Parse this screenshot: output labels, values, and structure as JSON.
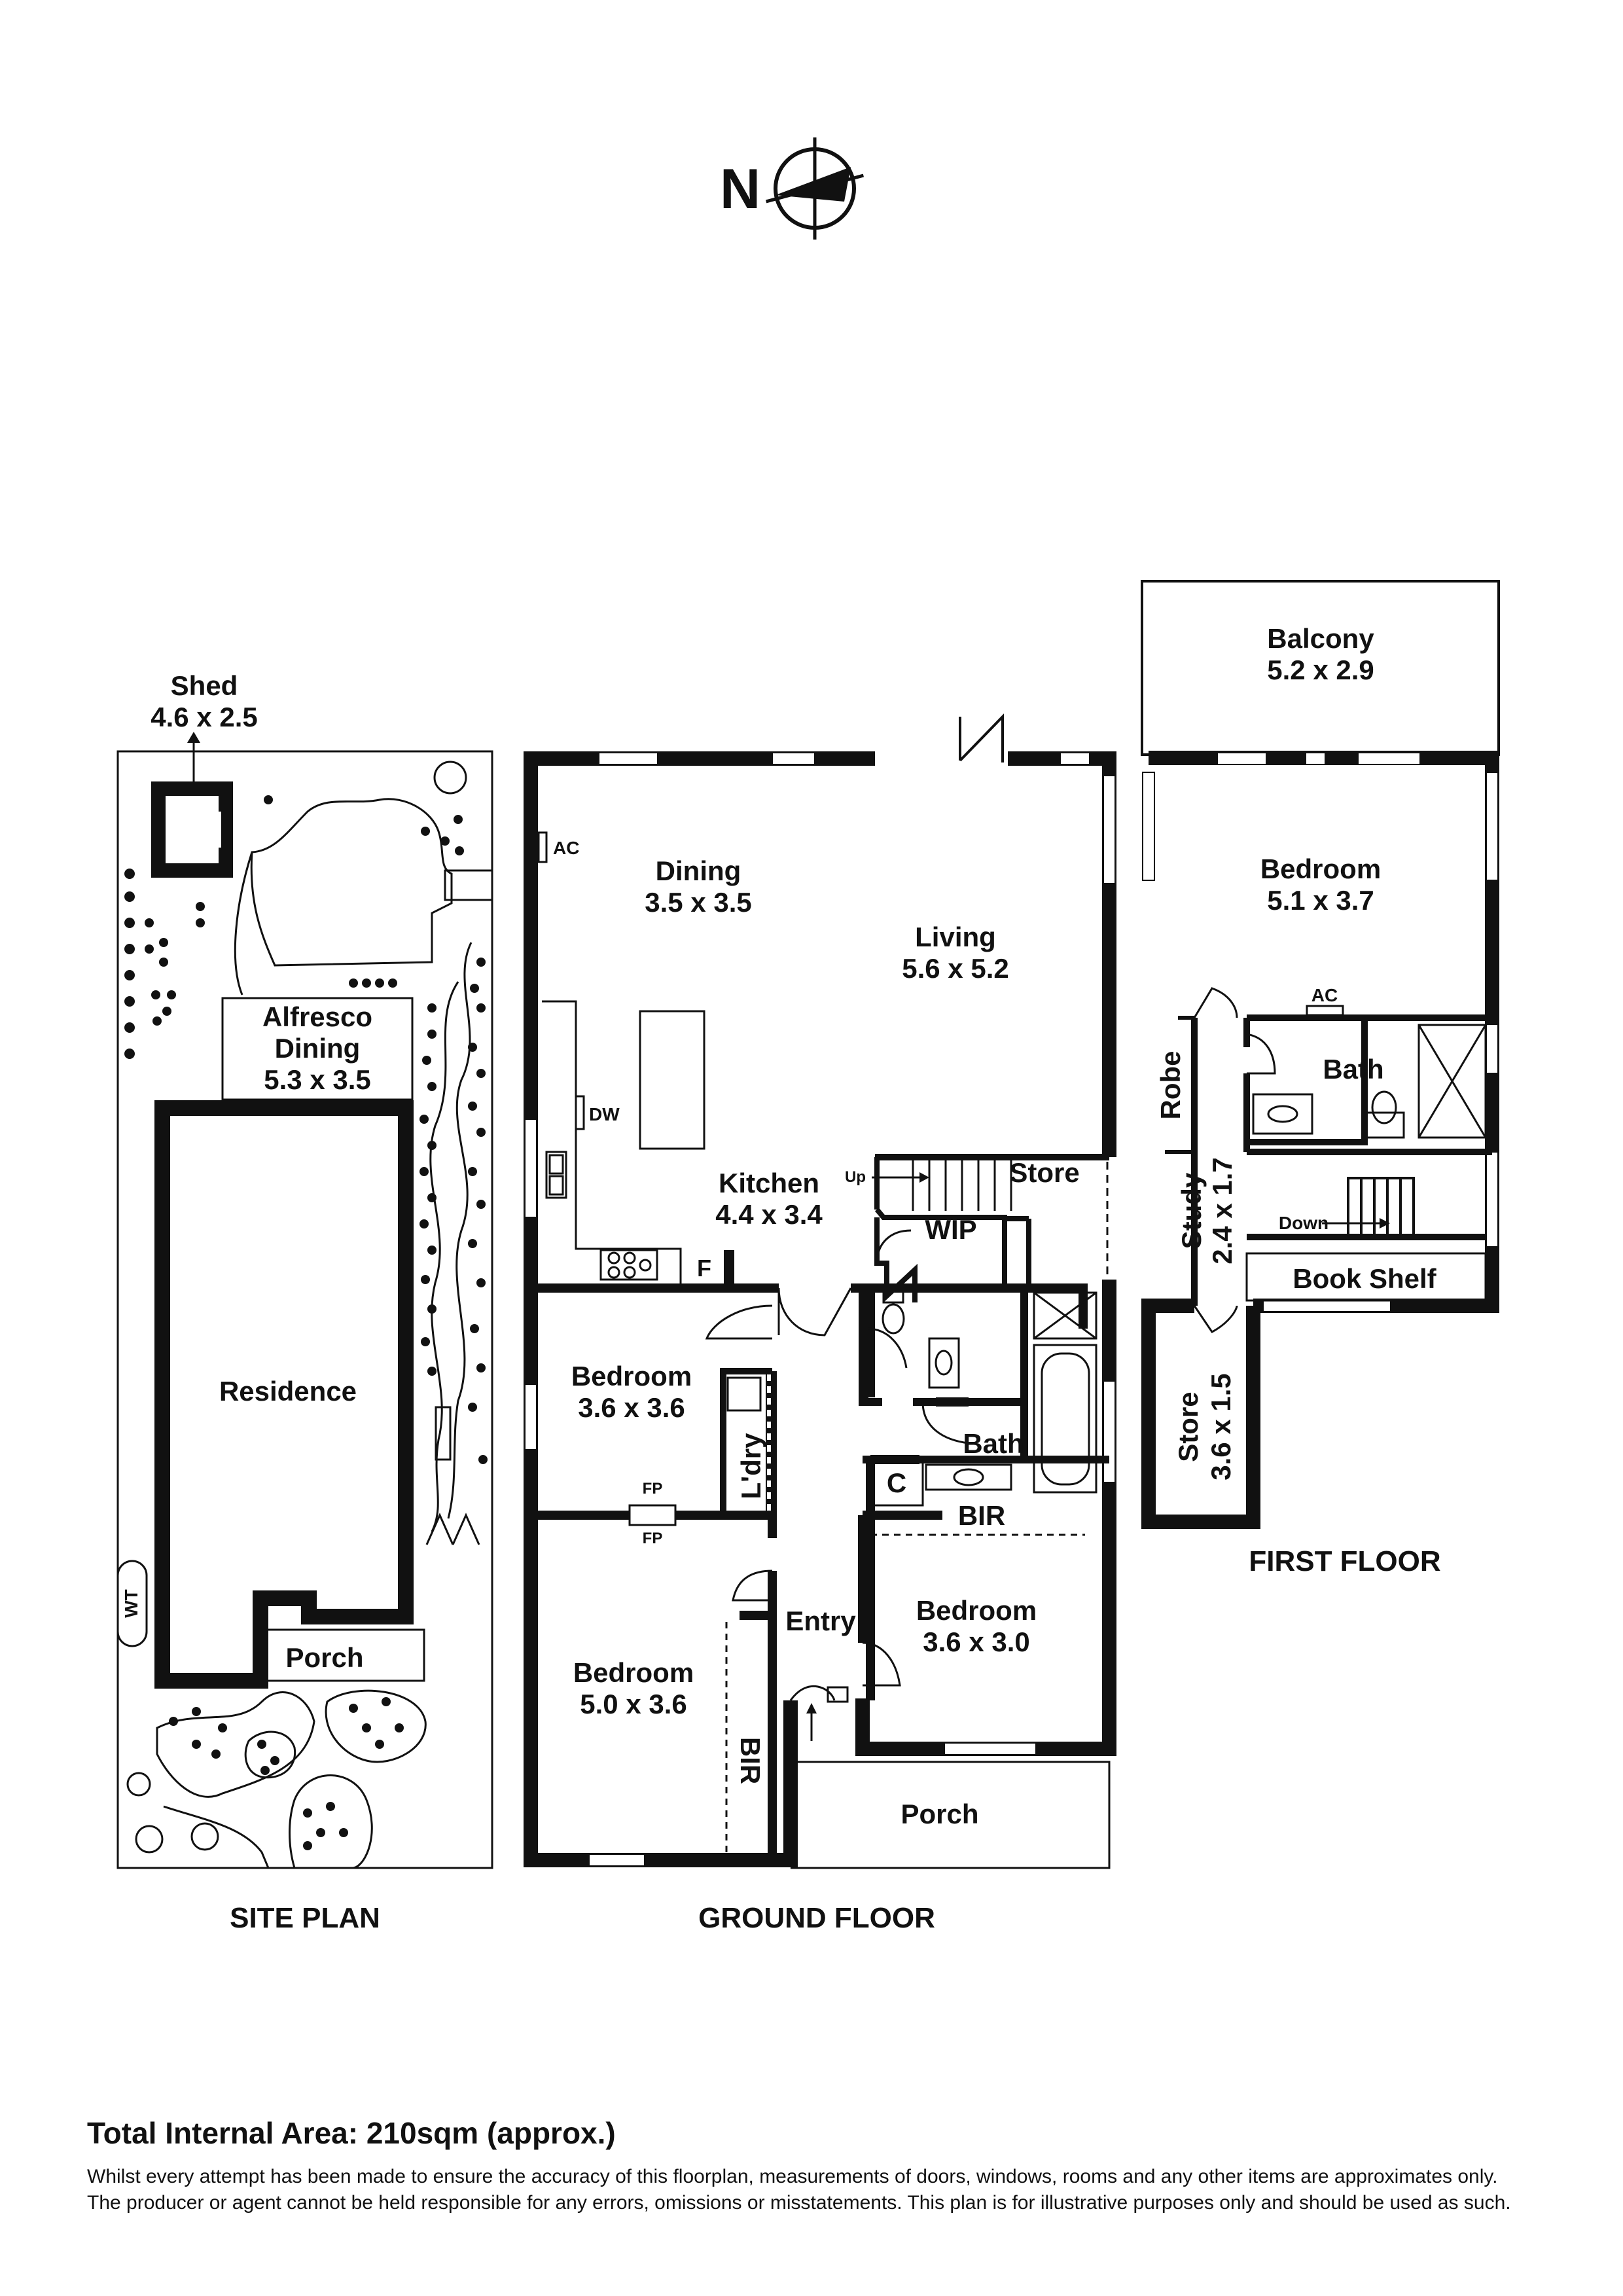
{
  "compass": {
    "label": "N"
  },
  "site_plan": {
    "title": "SITE PLAN",
    "shed_name": "Shed",
    "shed_size": "4.6 x 2.5",
    "alfresco_line1": "Alfresco",
    "alfresco_line2": "Dining",
    "alfresco_size": "5.3 x 3.5",
    "residence": "Residence",
    "porch": "Porch",
    "wt": "WT"
  },
  "ground_floor": {
    "title": "GROUND FLOOR",
    "dining_name": "Dining",
    "dining_size": "3.5 x 3.5",
    "living_name": "Living",
    "living_size": "5.6 x 5.2",
    "kitchen_name": "Kitchen",
    "kitchen_size": "4.4 x 3.4",
    "ac": "AC",
    "dw": "DW",
    "f": "F",
    "up": "Up",
    "store": "Store",
    "wip": "WIP",
    "bed1_name": "Bedroom",
    "bed1_size": "3.6 x 3.6",
    "ldry": "L'dry",
    "fp_top": "FP",
    "fp_bottom": "FP",
    "bath": "Bath",
    "c": "C",
    "bir_top": "BIR",
    "bed2_name": "Bedroom",
    "bed2_size": "3.6 x 3.0",
    "entry": "Entry",
    "bed3_name": "Bedroom",
    "bed3_size": "5.0 x 3.6",
    "bir_side": "BIR",
    "porch": "Porch"
  },
  "first_floor": {
    "title": "FIRST FLOOR",
    "balcony_name": "Balcony",
    "balcony_size": "5.2 x 2.9",
    "bedroom_name": "Bedroom",
    "bedroom_size": "5.1 x 3.7",
    "ac": "AC",
    "robe": "Robe",
    "bath": "Bath",
    "study_name": "Study",
    "study_size": "2.4 x 1.7",
    "down": "Down",
    "book_shelf": "Book Shelf",
    "store_name": "Store",
    "store_size": "3.6 x 1.5"
  },
  "footer": {
    "total_area": "Total Internal Area: 210sqm (approx.)",
    "disclaimer_line1": "Whilst every attempt has been made to ensure the accuracy of this floorplan, measurements of doors, windows, rooms and any other items are approximates only.",
    "disclaimer_line2": "The producer or agent cannot be held responsible for any errors, omissions or misstatements. This plan is for illustrative purposes only and should be used as such."
  }
}
